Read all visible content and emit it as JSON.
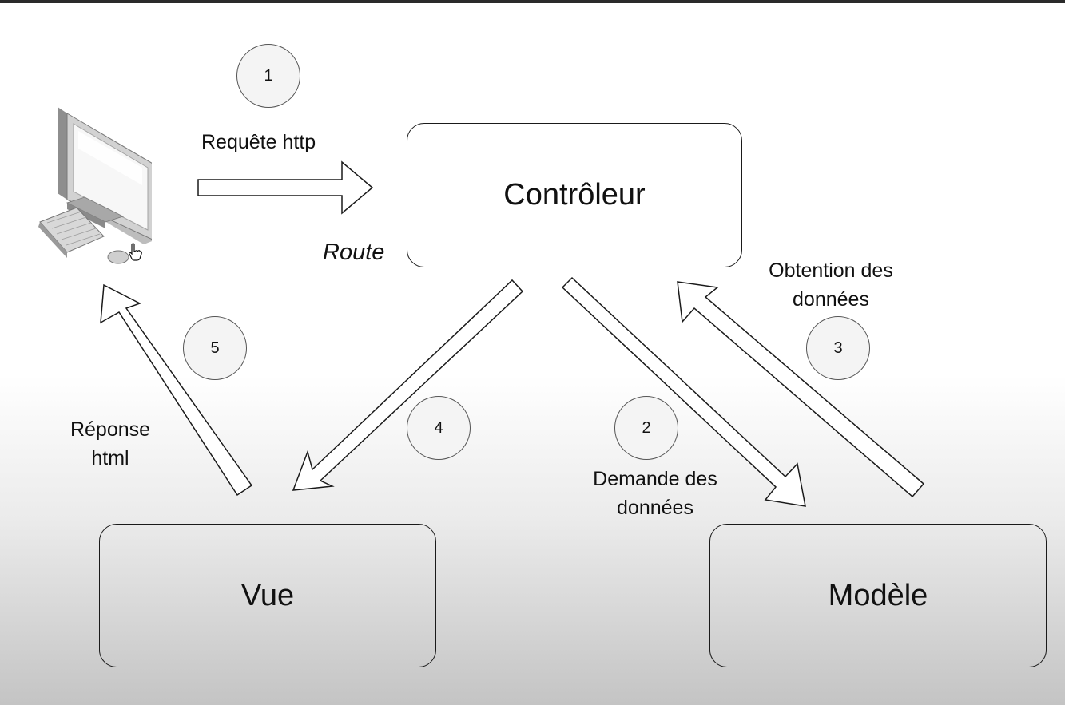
{
  "boxes": {
    "controller": "Contrôleur",
    "view": "Vue",
    "model": "Modèle"
  },
  "route_label": "Route",
  "steps": [
    {
      "number": "1",
      "label_lines": [
        "Requête http"
      ]
    },
    {
      "number": "2",
      "label_lines": [
        "Demande des",
        "données"
      ]
    },
    {
      "number": "3",
      "label_lines": [
        "Obtention des",
        "données"
      ]
    },
    {
      "number": "4",
      "label_lines": []
    },
    {
      "number": "5",
      "label_lines": [
        "Réponse",
        "html"
      ]
    }
  ],
  "icons": {
    "client": "desktop-computer-icon",
    "cursor": "hand-cursor-icon"
  }
}
